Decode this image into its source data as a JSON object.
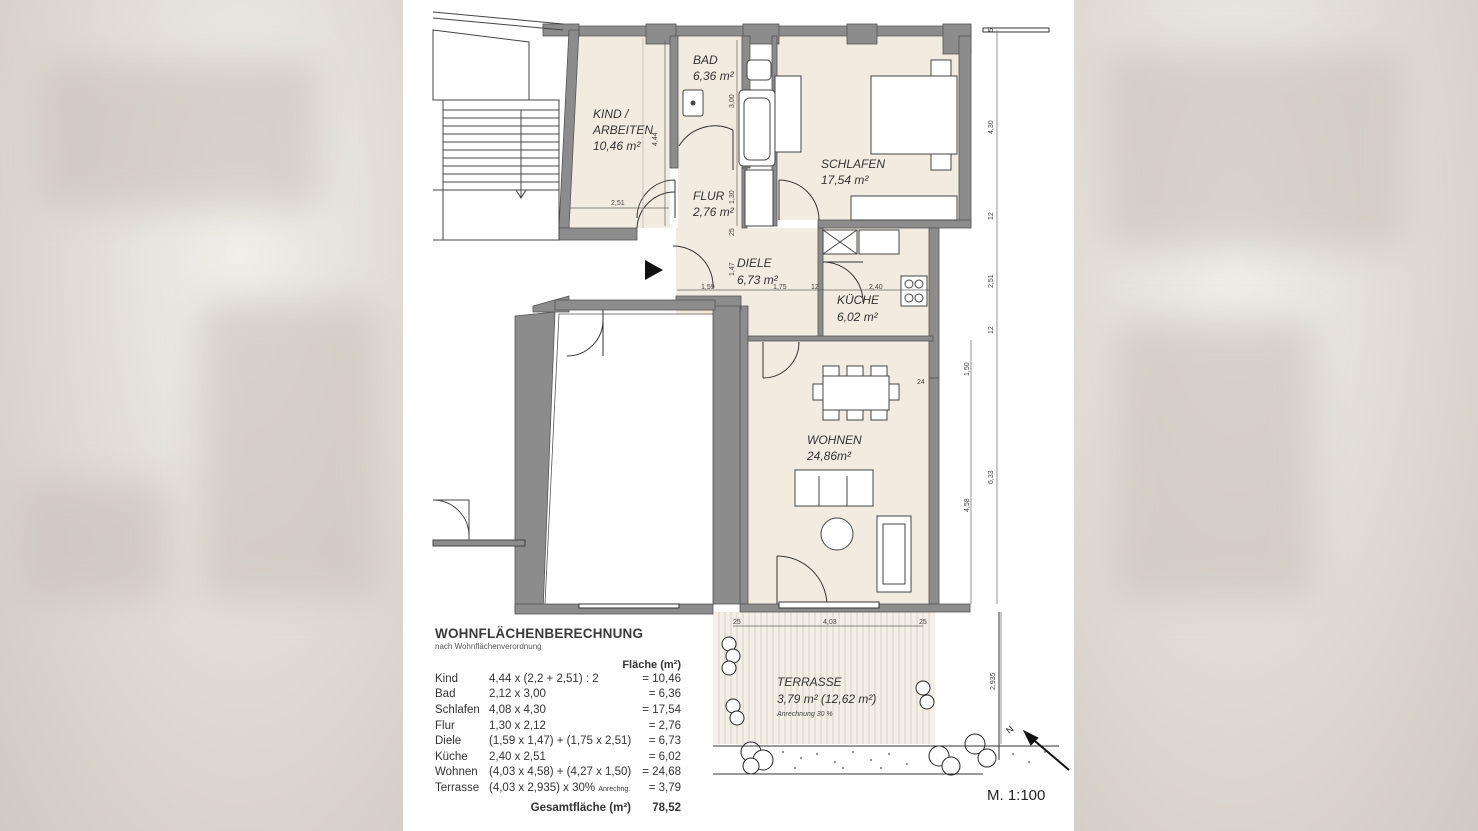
{
  "rooms": {
    "kind_name_1": "KIND /",
    "kind_name_2": "ARBEITEN",
    "kind_area": "10,46 m²",
    "bad_name": "BAD",
    "bad_area": "6,36 m²",
    "schlafen_name": "SCHLAFEN",
    "schlafen_area": "17,54 m²",
    "flur_name": "FLUR",
    "flur_area": "2,76 m²",
    "diele_name": "DIELE",
    "diele_area": "6,73 m²",
    "kueche_name": "KÜCHE",
    "kueche_area": "6,02 m²",
    "wohnen_name": "WOHNEN",
    "wohnen_area": "24,86m²",
    "terrasse_name": "TERRASSE",
    "terrasse_area": "3,79 m² (12,62 m²)",
    "terrasse_note": "Anrechnung 30 %"
  },
  "dimensions": {
    "d444": "4,44",
    "d251a": "2,51",
    "d300": "3,00",
    "d130": "1,30",
    "d25a": "25",
    "d147": "1,47",
    "d159": "1,59",
    "d175": "1,75",
    "d12a": "12",
    "d240": "2,40",
    "d430": "4,30",
    "d12b": "12",
    "d251b": "2,51",
    "d12c": "12",
    "d150": "1,50",
    "d633": "6,33",
    "d458": "4,58",
    "d24": "24",
    "d25b": "25",
    "d403": "4,03",
    "d25c": "25",
    "d2935": "2,935",
    "d5": "5"
  },
  "calculation": {
    "title": "WOHNFLÄCHENBERECHNUNG",
    "subtitle": "nach Wohnflächenverordnung",
    "column_header": "Fläche (m²)",
    "rows": [
      {
        "room": "Kind",
        "formula": "4,44 x (2,2 + 2,51) : 2",
        "value": "= 10,46"
      },
      {
        "room": "Bad",
        "formula": "2,12 x 3,00",
        "value": "= 6,36"
      },
      {
        "room": "Schlafen",
        "formula": "4,08 x 4,30",
        "value": "= 17,54"
      },
      {
        "room": "Flur",
        "formula": "1,30 x 2,12",
        "value": "= 2,76"
      },
      {
        "room": "Diele",
        "formula": "(1,59 x 1,47) + (1,75 x 2,51)",
        "value": "= 6,73"
      },
      {
        "room": "Küche",
        "formula": "2,40 x 2,51",
        "value": "= 6,02"
      },
      {
        "room": "Wohnen",
        "formula": "(4,03 x 4,58) + (4,27 x 1,50)",
        "value": "= 24,68"
      },
      {
        "room": "Terrasse",
        "formula": "(4,03 x 2,935) x 30%",
        "formula_note": "Anrechng.",
        "value": "= 3,79"
      }
    ],
    "total_label": "Gesamtfläche (m²)",
    "total_value": "78,52"
  },
  "north_label": "N",
  "scale_label": "M. 1:100",
  "colors": {
    "room_fill": "#f1ecdf",
    "wall": "#8c8c8c",
    "wall_dark": "#6f6f6f",
    "sheet": "#ffffff"
  }
}
